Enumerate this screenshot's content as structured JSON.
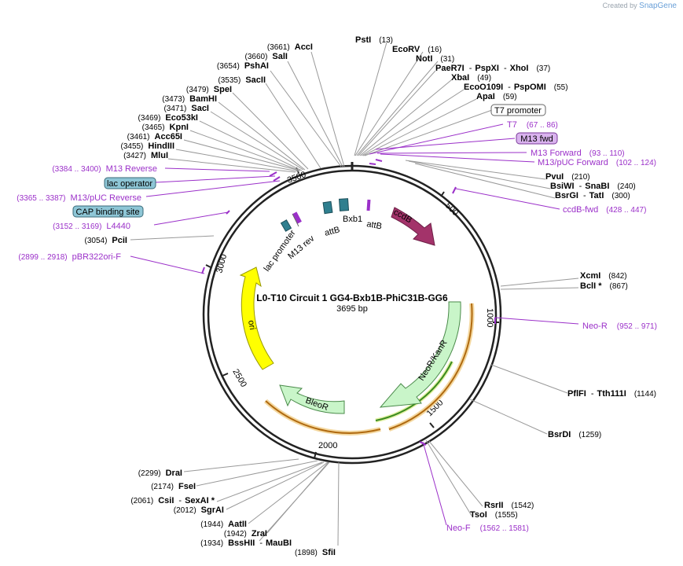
{
  "credit": {
    "prefix": "Created by",
    "brand": "SnapGene"
  },
  "plasmid": {
    "name": "L0-T10 Circuit 1 GG4-Bxb1B-PhiC31B-GG6",
    "size_label": "3695 bp",
    "length": 3695
  },
  "ticks": [
    "500",
    "1000",
    "1500",
    "2000",
    "2500",
    "3000",
    "3500"
  ],
  "sites": {
    "s1": {
      "name": "AccI",
      "pos": "(3661)"
    },
    "s2": {
      "name": "SalI",
      "pos": "(3660)"
    },
    "s3": {
      "name": "PshAI",
      "pos": "(3654)"
    },
    "s4": {
      "name": "SacII",
      "pos": "(3535)"
    },
    "s5": {
      "name": "SpeI",
      "pos": "(3479)"
    },
    "s6": {
      "name": "BamHI",
      "pos": "(3473)"
    },
    "s7": {
      "name": "SacI",
      "pos": "(3471)"
    },
    "s8": {
      "name": "Eco53kI",
      "pos": "(3469)"
    },
    "s9": {
      "name": "KpnI",
      "pos": "(3465)"
    },
    "s10": {
      "name": "Acc65I",
      "pos": "(3461)"
    },
    "s11": {
      "name": "HindIII",
      "pos": "(3455)"
    },
    "s12": {
      "name": "MluI",
      "pos": "(3427)"
    },
    "s13": {
      "name": "PciI",
      "pos": "(3054)"
    },
    "s14": {
      "name": "PstI",
      "pos": "(13)"
    },
    "s15": {
      "name": "EcoRV",
      "pos": "(16)"
    },
    "s16": {
      "name": "NotI",
      "pos": "(31)"
    },
    "s17": {
      "name": "PaeR7I",
      "name2": "PspXI",
      "name3": "XhoI",
      "pos": "(37)"
    },
    "s18": {
      "name": "XbaI",
      "pos": "(49)"
    },
    "s19": {
      "name": "EcoO109I",
      "name2": "PspOMI",
      "pos": "(55)"
    },
    "s20": {
      "name": "ApaI",
      "pos": "(59)"
    },
    "s21": {
      "name": "PvuI",
      "pos": "(210)"
    },
    "s22": {
      "name": "BsiWI",
      "name2": "SnaBI",
      "pos": "(240)"
    },
    "s23": {
      "name": "BsrGI",
      "name2": "TatI",
      "pos": "(300)"
    },
    "s24": {
      "name": "XcmI",
      "pos": "(842)"
    },
    "s25": {
      "name": "BclI *",
      "pos": "(867)"
    },
    "s26": {
      "name": "PflFI",
      "name2": "Tth111I",
      "pos": "(1144)"
    },
    "s27": {
      "name": "BsrDI",
      "pos": "(1259)"
    },
    "s28": {
      "name": "RsrII",
      "pos": "(1542)"
    },
    "s29": {
      "name": "TsoI",
      "pos": "(1555)"
    },
    "s30": {
      "name": "SfiI",
      "pos": "(1898)"
    },
    "s31": {
      "name": "BssHII",
      "name2": "MauBI",
      "pos": "(1934)"
    },
    "s32": {
      "name": "ZraI",
      "pos": "(1942)"
    },
    "s33": {
      "name": "AatII",
      "pos": "(1944)"
    },
    "s34": {
      "name": "SgrAI",
      "pos": "(2012)"
    },
    "s35": {
      "name": "CsiI",
      "name2": "SexAI *",
      "pos": "(2061)"
    },
    "s36": {
      "name": "FseI",
      "pos": "(2174)"
    },
    "s37": {
      "name": "DraI",
      "pos": "(2299)"
    }
  },
  "primers": {
    "p1": {
      "name": "M13 Reverse",
      "range": "(3384 .. 3400)"
    },
    "p2": {
      "name": "M13/pUC Reverse",
      "range": "(3365 .. 3387)"
    },
    "p3": {
      "name": "L4440",
      "range": "(3152 .. 3169)"
    },
    "p4": {
      "name": "pBR322ori-F",
      "range": "(2899 .. 2918)"
    },
    "p5": {
      "name": "T7",
      "range": "(67 .. 86)"
    },
    "p6": {
      "name": "M13 Forward",
      "range": "(93 .. 110)"
    },
    "p7": {
      "name": "M13/pUC Forward",
      "range": "(102 .. 124)"
    },
    "p8": {
      "name": "ccdB-fwd",
      "range": "(428 .. 447)"
    },
    "p9": {
      "name": "Neo-R",
      "range": "(952 .. 971)"
    },
    "p10": {
      "name": "Neo-F",
      "range": "(1562 .. 1581)"
    }
  },
  "boxed_features": {
    "lac_operator": "lac operator",
    "cap_site": "CAP binding site",
    "t7_promoter": "T7 promoter",
    "m13_fwd": "M13 fwd"
  },
  "inner_labels": {
    "lac_promoter": "lac promoter",
    "m13_rev": "M13 rev",
    "attb_left": "attB",
    "bxb1_attb": "Bxb1",
    "attb_right": "attB"
  },
  "features": {
    "ccdb": "ccdB",
    "neor": "NeoR/KanR",
    "bleor": "BleoR",
    "ori": "ori"
  },
  "colors": {
    "ccdb": "#a3336a",
    "resistance": "#c9f5c9",
    "ori": "#ffff00",
    "attb": "#2f7f8f",
    "primer": "#9b30c9",
    "orange_bar": "#f0a030",
    "cap_box": "#8ec6d6"
  }
}
